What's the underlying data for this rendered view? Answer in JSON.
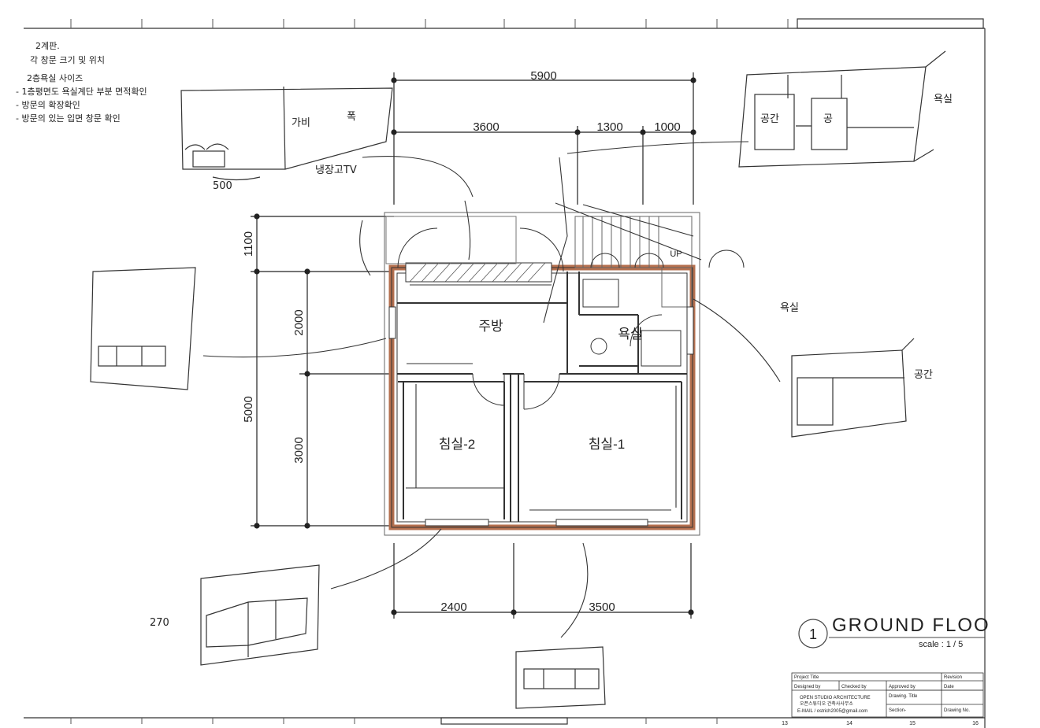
{
  "notes": {
    "title": "2계판.",
    "lines": [
      "각 창문 크기 및 위치",
      "2층욕실 사이즈",
      "- 1층평면도 욕실계단 부분 면적확인",
      "- 방문의 확장확인",
      "- 방문의 있는 입면 창문 확인"
    ]
  },
  "dimensions": {
    "top_total": "5900",
    "top_segments": [
      "3600",
      "1300",
      "1000"
    ],
    "left_total": "5000",
    "left_upper": "1100",
    "left_segments": [
      "2000",
      "3000"
    ],
    "bottom_segments": [
      "2400",
      "3500"
    ]
  },
  "rooms": {
    "kitchen": "주방",
    "bathroom": "욕실",
    "bedroom2": "침실-2",
    "bedroom1": "침실-1",
    "stair_up": "UP"
  },
  "drawing_title": {
    "number": "1",
    "title": "GROUND FLOO",
    "scale": "scale : 1 / 5"
  },
  "title_block": {
    "project_title": "Project Title",
    "revision": "Revision",
    "designed_by": "Designed by",
    "checked_by": "Checked by",
    "approved_by": "Approved by",
    "date": "Date",
    "office_en": "OPEN STUDIO ARCHITECTURE",
    "office_ko": "오픈스튜디오 건축사사무소",
    "email": "E-MAIL / ostrich2005@gmail.com",
    "drawing_title": "Drawing. Title",
    "section": "Section-",
    "drawing_no": "Drawing No."
  },
  "border_numbers": [
    "13",
    "14",
    "15",
    "16"
  ],
  "sketch_labels": {
    "top_left_a": "가비",
    "top_left_b": "폭",
    "top_left_dim": "500",
    "top_right_a": "공간",
    "top_right_b": "공",
    "top_right_c": "욕실",
    "right_mid_a": "욕실",
    "right_mid_b": "공간",
    "bottom_left_dim": "270",
    "plan_mark": "냉장고TV"
  }
}
